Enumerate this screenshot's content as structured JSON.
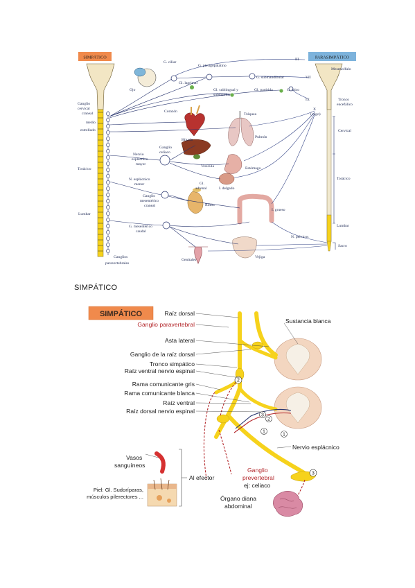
{
  "fig1": {
    "badge_left": "SIMPÁTICO",
    "badge_right": "PARASIMPÁTICO",
    "labels": {
      "c_ciliar": "G. ciliar",
      "pterigo": "G. pterigopalatino",
      "lagrimal": "Gl. lagrimal",
      "submand": "G. submandibular",
      "sublingual": "Gl. sublingual y",
      "submaxilar": "submaxilar",
      "parotida": "Gl. parótida",
      "otico": "G. ótico",
      "ojo": "Ojo",
      "ganglio_cerv": "Ganglio",
      "cervical_craneal_a": "cervical",
      "cervical_craneal_b": "craneal",
      "medio": "medio",
      "estrellado": "estrellado",
      "corazon": "Corazón",
      "traquea": "Tráquea",
      "pulmon": "Pulmón",
      "toracico_l": "Torácico",
      "higado": "Hígado",
      "vesicula": "Vesícula",
      "estomago": "Estómago",
      "nervio_espl_a": "Nervio",
      "nervio_espl_b": "esplácnico",
      "nervio_espl_c": "mayor",
      "g_celiaco_a": "Ganglio",
      "g_celiaco_b": "celíaco",
      "n_espl_menor_a": "N. esplácnico",
      "n_espl_menor_b": "menor",
      "gl_adrenal_a": "Gl.",
      "gl_adrenal_b": "adrenal",
      "i_delgado": "I. delgado",
      "g_mes_sup_a": "Ganglio",
      "g_mes_sup_b": "mesentérico",
      "g_mes_sup_c": "craneal",
      "rinon": "Riñón",
      "i_grueso": "I. grueso",
      "lumbar_l": "Lumbar",
      "g_mes_inf_a": "G. mesentérico",
      "g_mes_inf_b": "caudal",
      "n_pelvicos": "N. pélvicos",
      "genitales": "Genitales",
      "vejiga": "Vejiga",
      "gang_parav_a": "Ganglios",
      "gang_parav_b": "paravertebrales",
      "iii": "III",
      "vii": "VII",
      "ix": "IX",
      "x_a": "X",
      "x_b": "(vago)",
      "mesencefalo": "Mesencéfalo",
      "tronco_a": "Tronco",
      "tronco_b": "encefálico",
      "cervical_r": "Cervical",
      "toracico_r": "Torácico",
      "lumbar_r": "Lumbar",
      "sacro": "Sacro"
    }
  },
  "section_heading": "SIMPÁTICO",
  "fig2": {
    "badge": "SIMPÁTICO",
    "labels": {
      "raiz_dorsal": "Raíz dorsal",
      "ganglio_paravertebral": "Ganglio paravertebral",
      "asta_lateral": "Asta lateral",
      "ganglio_raiz_dorsal": "Ganglio de la raíz dorsal",
      "tronco_simpatico": "Tronco simpático",
      "raiz_ventral_nervio": "Raíz ventral nervio espinal",
      "rama_gris": "Rama comunicante gris",
      "rama_blanca": "Rama comunicante blanca",
      "raiz_ventral": "Raíz ventral",
      "raiz_dorsal_nervio": "Raíz dorsal  nervio espinal",
      "sustancia_blanca": "Sustancia blanca",
      "nervio_esplacnico": "Nervio esplácnico",
      "vasos_a": "Vasos",
      "vasos_b": "sanguíneos",
      "al_efector": "Al efector",
      "piel_a": "Piel: Gl. Sudoríparas,",
      "piel_b": "músculos pilerectores ...",
      "ganglio_prev_a": "Ganglio",
      "ganglio_prev_b": "prevertebral",
      "ganglio_prev_c": "ej: celiaco",
      "organo_a": "Órgano diana",
      "organo_b": "abdominal",
      "n1": "1",
      "n2": "2",
      "n3": "3"
    }
  },
  "colors": {
    "badge_left": "#f08a4c",
    "badge_right": "#7db3dc",
    "nerve_blue": "#27346e",
    "spinal_yellow": "#f6d21c",
    "fig2_red": "#b3262a"
  }
}
